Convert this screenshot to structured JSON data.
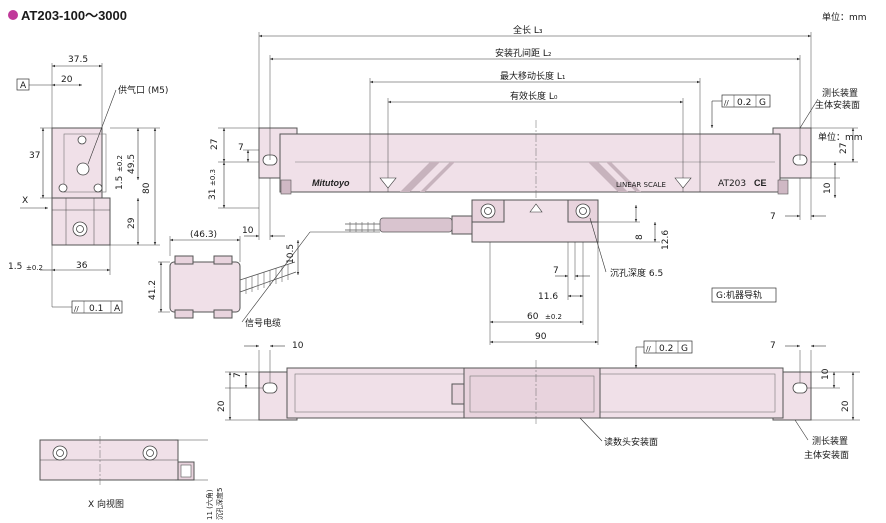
{
  "title": "AT203-100～3000",
  "unit_label": "单位：mm",
  "unit_label_small": "单位：mm",
  "title_dot_color": "#c0399a",
  "part_fill": "#f0e0e8",
  "labels": {
    "total_length": "全长 L₃",
    "mount_pitch": "安装孔间距 L₂",
    "max_travel": "最大移动长度 L₁",
    "effective_length": "有效长度 L₀",
    "air_inlet": "供气口 (M5)",
    "signal_cable": "信号电缆",
    "counterbore_depth": "沉孔深度 6.5",
    "machine_guide": "G:机器导轨",
    "head_mount_face": "读数头安装面",
    "scale_mount_1": "测长装置",
    "scale_mount_2": "主体安装面",
    "x_view": "X 向视图",
    "hex_counterbore_1": "11 (六角)",
    "hex_counterbore_2": "沉孔深度5",
    "brand": "Mitutoyo",
    "scale_text": "LINEAR SCALE",
    "model": "AT203",
    "ce": "CE",
    "x_marker": "X",
    "datum_a": "A",
    "datum_g": "G"
  },
  "tolerances": {
    "side_parallel": "0.1",
    "top_parallel": "0.2",
    "bottom_parallel": "0.2",
    "parallel_symbol": "//"
  },
  "dims": {
    "d37_5": "37.5",
    "d20_top": "20",
    "d37": "37",
    "d49_5": "49.5",
    "d80": "80",
    "d29": "29",
    "d1_5a": "1.5",
    "d1_5b": "1.5",
    "tol_02": "±0.2",
    "d36": "36",
    "d46_3": "(46.3)",
    "d10_5": "10.5",
    "d41_2": "41.2",
    "d27_l": "27",
    "d7_l": "7",
    "d31": "31",
    "tol_03": "±0.3",
    "d10_l": "10",
    "d27_r": "27",
    "d10_r": "10",
    "d7_r": "7",
    "d8": "8",
    "d12_6": "12.6",
    "d7_mid": "7",
    "d11_6": "11.6",
    "d60": "60",
    "d90": "90",
    "d10_bot": "10",
    "d7_bot_l": "7",
    "d20_bot_l": "20",
    "d7_bot_r": "7",
    "d10_bot_r": "10",
    "d20_bot_r": "20"
  }
}
